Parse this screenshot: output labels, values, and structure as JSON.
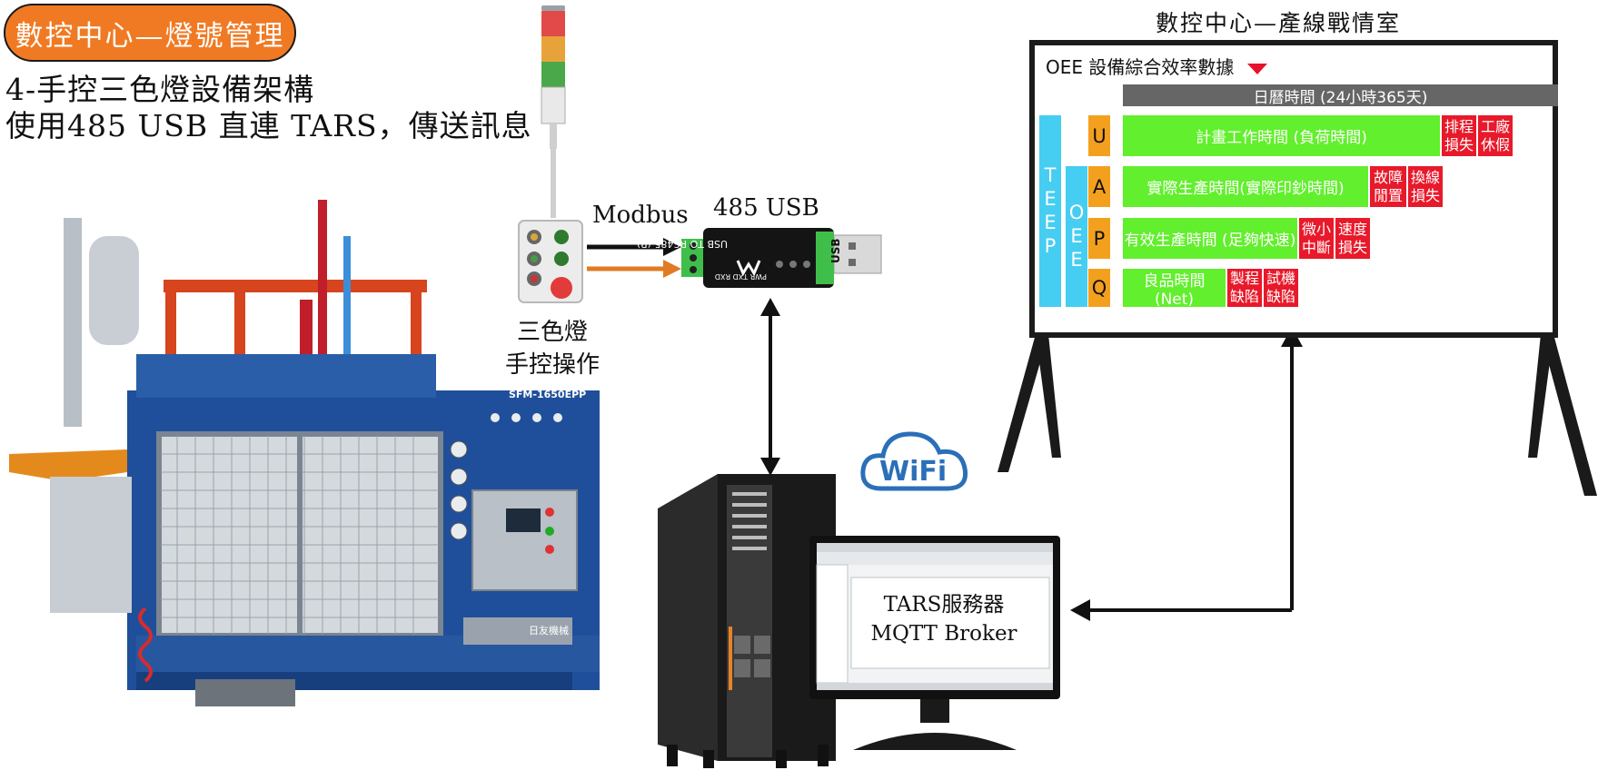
{
  "header": {
    "badge": "數控中心—燈號管理",
    "line1": "4-手控三色燈設備架構",
    "line2": "使用485 USB 直連 TARS，傳送訊息"
  },
  "labels": {
    "modbus": "Modbus",
    "usb": "485 USB",
    "light_line1": "三色燈",
    "light_line2": "手控操作",
    "wifi": "WiFi",
    "server_line1": "TARS服務器",
    "server_line2": "MQTT Broker",
    "usb_device_text": "USB TO RS485 (B)",
    "usb_pins": "PWR TXD RXD",
    "usb_side": "USB",
    "machine_model": "SFM-1650EPP",
    "machine_brand": "日友機械"
  },
  "war_room": {
    "title": "數控中心—產線戰情室",
    "oee_title": "OEE 設備綜合效率數據",
    "calendar": "日曆時間 (24小時365天)",
    "teep": "TEEP",
    "oee": "OEE",
    "rows": [
      {
        "letter": "U",
        "green": "計畫工作時間 (負荷時間)",
        "losses": [
          "排程損失",
          "工廠休假"
        ]
      },
      {
        "letter": "A",
        "green": "實際生產時間(實際印鈔時間)",
        "losses": [
          "故障閒置",
          "換線損失"
        ]
      },
      {
        "letter": "P",
        "green": "有效生產時間 (足夠快速)",
        "losses": [
          "微小中斷",
          "速度損失"
        ]
      },
      {
        "letter": "Q",
        "green": "良品時間 (Net)",
        "losses": [
          "製程缺陷",
          "試機缺陷"
        ]
      }
    ]
  },
  "colors": {
    "badge": "#f07a23",
    "teep": "#45cdf2",
    "letters": "#f4a01f",
    "productive": "#62ef2d",
    "loss": "#e8192a",
    "calendar_bar": "#666666",
    "modbus_arrow_a": "#111111",
    "modbus_arrow_b": "#e07a24"
  }
}
